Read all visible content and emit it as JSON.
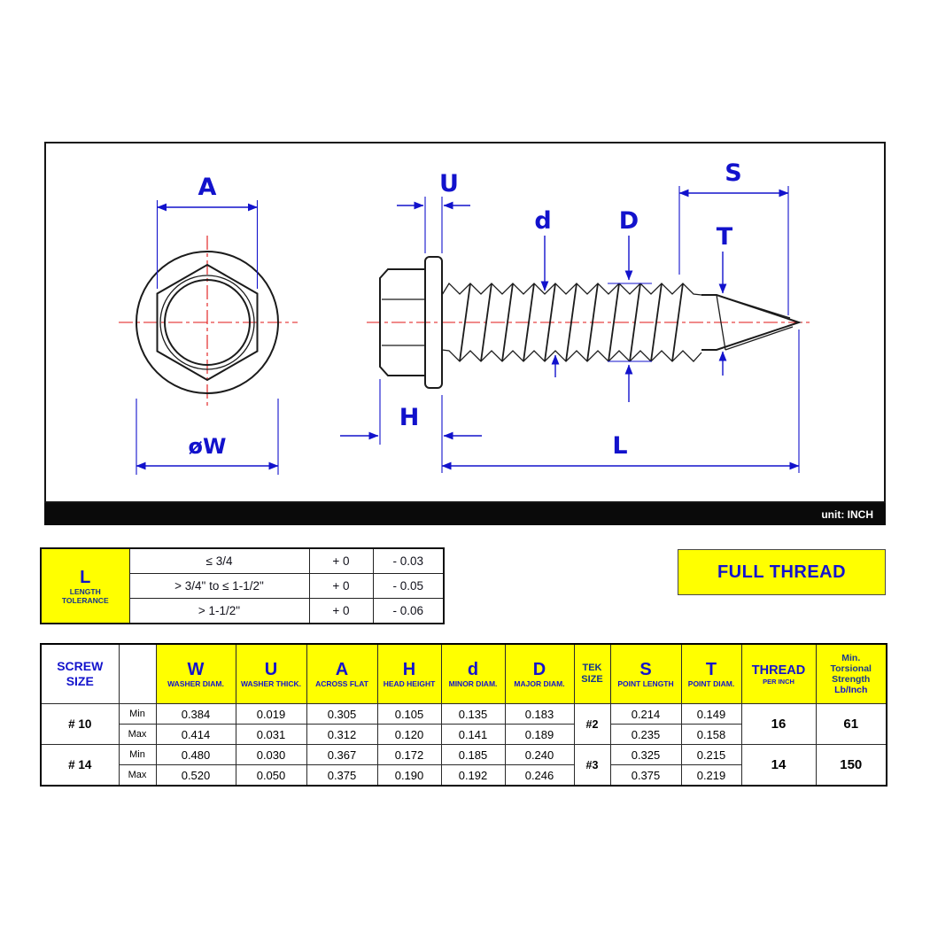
{
  "drawing": {
    "unit_label": "unit: INCH",
    "labels": {
      "a": "A",
      "phi_w": "øW",
      "u": "U",
      "s": "S",
      "d_minor": "d",
      "d_major": "D",
      "t": "T",
      "h": "H",
      "l": "L"
    }
  },
  "tolerance_table": {
    "header": {
      "letter": "L",
      "line1": "LENGTH",
      "line2": "TOLERANCE"
    },
    "rows": [
      {
        "range": "≤ 3/4",
        "plus": "+ 0",
        "minus": "- 0.03"
      },
      {
        "range": "> 3/4\" to ≤ 1-1/2\"",
        "plus": "+ 0",
        "minus": "- 0.05"
      },
      {
        "range": "> 1-1/2\"",
        "plus": "+ 0",
        "minus": "- 0.06"
      }
    ]
  },
  "full_thread_label": "FULL THREAD",
  "spec_table": {
    "screw_size_header": {
      "line1": "SCREW",
      "line2": "SIZE"
    },
    "columns": [
      {
        "letter": "W",
        "caption": "WASHER DIAM."
      },
      {
        "letter": "U",
        "caption": "WASHER THICK."
      },
      {
        "letter": "A",
        "caption": "ACROSS FLAT"
      },
      {
        "letter": "H",
        "caption": "HEAD HEIGHT"
      },
      {
        "letter": "d",
        "caption": "MINOR DIAM."
      },
      {
        "letter": "D",
        "caption": "MAJOR DIAM."
      }
    ],
    "tek_header": {
      "line1": "TEK",
      "line2": "SIZE"
    },
    "columns2": [
      {
        "letter": "S",
        "caption": "POINT LENGTH"
      },
      {
        "letter": "T",
        "caption": "POINT DIAM."
      }
    ],
    "thread_header": {
      "line1": "THREAD",
      "line2": "PER INCH"
    },
    "torsional_header": {
      "line1": "Min.",
      "line2": "Torsional",
      "line3": "Strength",
      "line4": "Lb/Inch"
    },
    "row_labels": {
      "min": "Min",
      "max": "Max"
    },
    "rows": [
      {
        "size": "# 10",
        "tek": "#2",
        "thread": "16",
        "torsional": "61",
        "min": {
          "w": "0.384",
          "u": "0.019",
          "a": "0.305",
          "h": "0.105",
          "minor": "0.135",
          "major": "0.183",
          "s": "0.214",
          "t": "0.149"
        },
        "max": {
          "w": "0.414",
          "u": "0.031",
          "a": "0.312",
          "h": "0.120",
          "minor": "0.141",
          "major": "0.189",
          "s": "0.235",
          "t": "0.158"
        }
      },
      {
        "size": "# 14",
        "tek": "#3",
        "thread": "14",
        "torsional": "150",
        "min": {
          "w": "0.480",
          "u": "0.030",
          "a": "0.367",
          "h": "0.172",
          "minor": "0.185",
          "major": "0.240",
          "s": "0.325",
          "t": "0.215"
        },
        "max": {
          "w": "0.520",
          "u": "0.050",
          "a": "0.375",
          "h": "0.190",
          "minor": "0.192",
          "major": "0.246",
          "s": "0.375",
          "t": "0.219"
        }
      }
    ]
  },
  "colors": {
    "accent_blue": "#1414cc",
    "highlight_yellow": "#ffff00",
    "centerline_red": "#e11414"
  }
}
